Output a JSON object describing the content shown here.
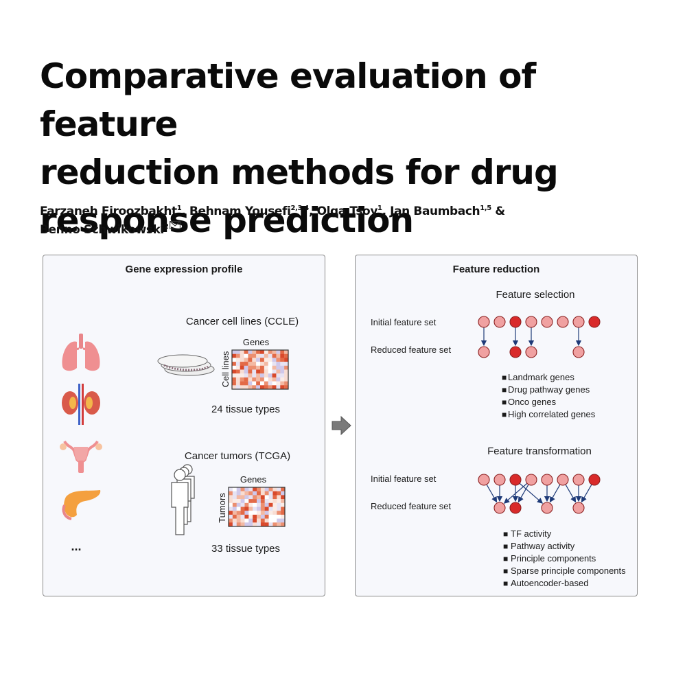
{
  "title": {
    "lines": [
      "Comparative evaluation of feature",
      "reduction methods for drug",
      "response prediction"
    ]
  },
  "authors": {
    "list": [
      {
        "name": "Farzaneh Firoozbakht",
        "aff": "1",
        "sep": ", "
      },
      {
        "name": "Behnam Yousefi",
        "aff": "2,3,4",
        "sep": ", "
      },
      {
        "name": "Olga Tsoy",
        "aff": "1",
        "sep": ", "
      },
      {
        "name": "Jan Baumbach",
        "aff": "1,5",
        "sep": " &"
      },
      {
        "name": "Benno Schwikowski",
        "aff": "2",
        "sep": ""
      }
    ]
  },
  "figure": {
    "left_panel": {
      "title": "Gene expression profile",
      "more_organs": "...",
      "ccle": {
        "heading": "Cancer cell lines (CCLE)",
        "col_label": "Genes",
        "row_label": "Cell lines",
        "caption": "24 tissue types"
      },
      "tcga": {
        "heading": "Cancer tumors (TCGA)",
        "col_label": "Genes",
        "row_label": "Tumors",
        "caption": "33 tissue types"
      },
      "organ_icons": [
        "lungs-icon",
        "kidneys-icon",
        "uterus-icon",
        "pancreas-icon"
      ]
    },
    "right_panel": {
      "title": "Feature reduction",
      "selection": {
        "heading": "Feature selection",
        "initial_label": "Initial feature set",
        "reduced_label": "Reduced feature set",
        "methods": [
          "Landmark genes",
          "Drug pathway genes",
          "Onco genes",
          "High correlated genes"
        ]
      },
      "transformation": {
        "heading": "Feature transformation",
        "initial_label": "Initial feature set",
        "reduced_label": "Reduced feature set",
        "methods": [
          "TF activity",
          "Pathway activity",
          "Principle components",
          "Sparse principle components",
          "Autoencoder-based"
        ]
      }
    },
    "colors": {
      "node_light": "#f0a1a1",
      "node_dark": "#d92a2a",
      "node_stroke": "#8b2020",
      "arrow": "#1e3a78",
      "flow_arrow": "#777777"
    }
  }
}
